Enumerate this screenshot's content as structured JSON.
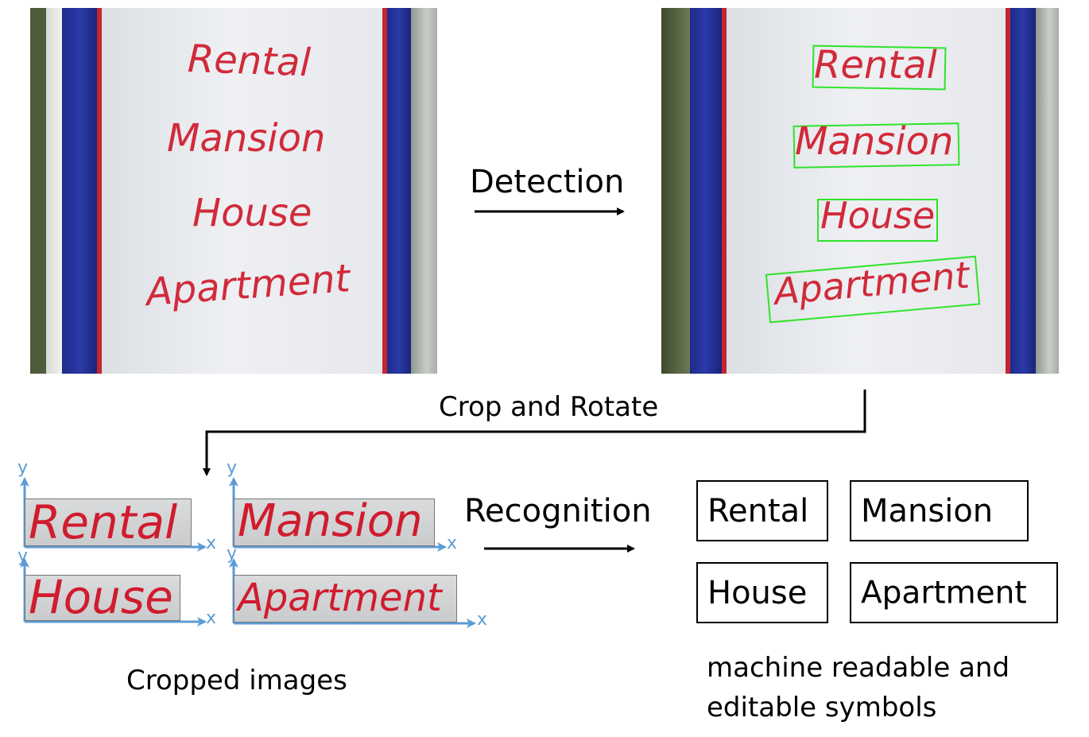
{
  "sign_words": [
    "Rental",
    "Mansion",
    "House",
    "Apartment"
  ],
  "steps": {
    "detection": "Detection",
    "crop_rotate": "Crop and Rotate",
    "recognition": "Recognition"
  },
  "crops": {
    "words": [
      "Rental",
      "Mansion",
      "House",
      "Apartment"
    ],
    "axis_x": "x",
    "axis_y": "y",
    "caption": "Cropped images"
  },
  "results": {
    "words": [
      "Rental",
      "Mansion",
      "House",
      "Apartment"
    ],
    "caption_line1": "machine readable and",
    "caption_line2": "editable symbols"
  },
  "colors": {
    "sign_text": "#d12a3a",
    "detection_box": "#2fe32a",
    "axis": "#5b9bd5",
    "arrow": "#000000"
  }
}
